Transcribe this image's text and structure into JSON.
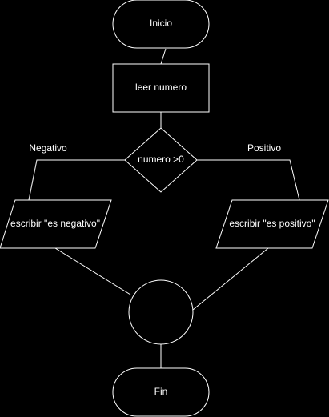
{
  "theme": {
    "background": "#000000",
    "stroke": "#ffffff",
    "node_fill": "#000000",
    "text": "#ffffff"
  },
  "flowchart": {
    "start": {
      "label": "Inicio"
    },
    "read": {
      "label": "leer numero"
    },
    "decision": {
      "label": "numero >0"
    },
    "branch_negative": {
      "label": "Negativo"
    },
    "branch_positive": {
      "label": "Positivo"
    },
    "output_negative": {
      "label": "escribir \"es negativo\""
    },
    "output_positive": {
      "label": "escribir \"es positivo\""
    },
    "end": {
      "label": "Fin"
    }
  }
}
